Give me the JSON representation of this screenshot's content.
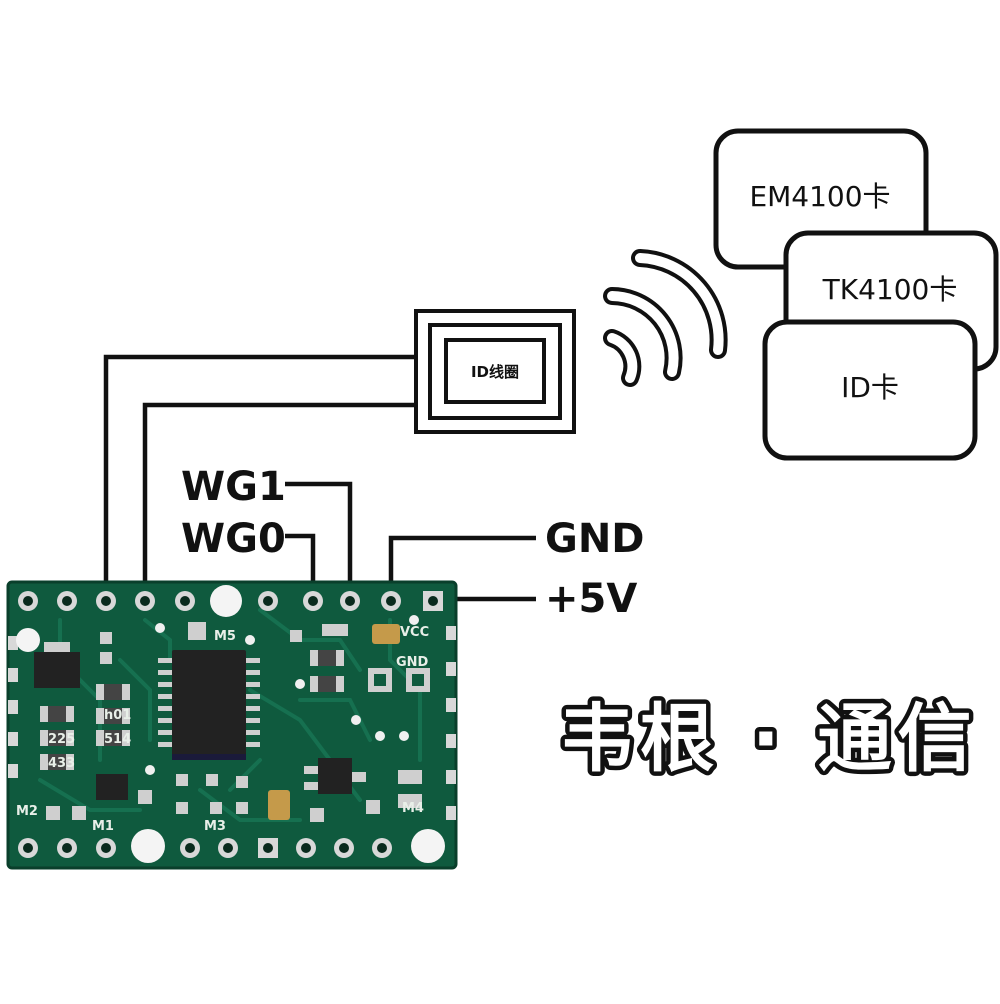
{
  "labels": {
    "wg1": "WG1",
    "wg0": "WG0",
    "gnd": "GND",
    "plus5v": "+5V",
    "coil": "ID线圈",
    "brand": "韦根 · 通信"
  },
  "cards": [
    "EM4100卡",
    "TK4100卡",
    "ID卡"
  ],
  "silkscreen": {
    "m5": "M5",
    "m2": "M2",
    "m1": "M1",
    "m3": "M3",
    "m4": "M4",
    "gnd": "GND",
    "vcc": "VCC",
    "h01": "h01",
    "c514": "514",
    "c225": "225",
    "c433": "433"
  },
  "colors": {
    "pcb": "#0f5a3e",
    "pcb_dark": "#0a3f2b",
    "wire": "#111111",
    "chip": "#222222",
    "pad": "#d8d8d8"
  }
}
